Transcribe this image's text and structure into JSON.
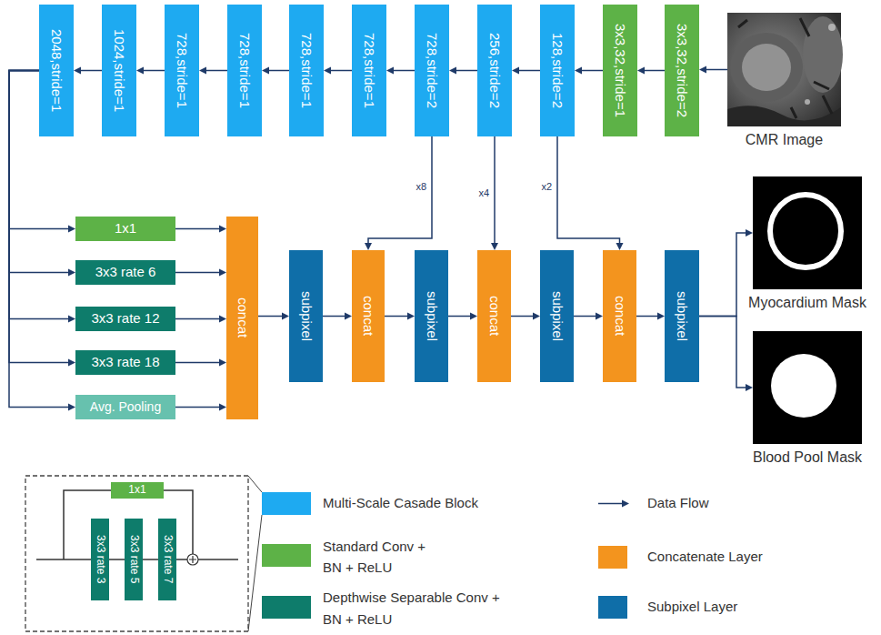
{
  "diagram": {
    "nodes": [
      {
        "text": [
          "2048,stride=1"
        ]
      },
      {
        "text": [
          "1024,stride=1"
        ]
      },
      {
        "text": [
          "728,stride=1"
        ]
      },
      {
        "text": [
          "728,stride=1"
        ]
      },
      {
        "text": [
          "728,stride=1"
        ]
      },
      {
        "text": [
          "728,stride=1"
        ]
      },
      {
        "text": [
          "728,stride=2"
        ]
      },
      {
        "text": [
          "256,stride=2"
        ]
      },
      {
        "text": [
          "128,stride=2"
        ]
      },
      {
        "text": [
          "3x3,32,stride=1"
        ]
      },
      {
        "text": [
          "3x3,32,stride=2"
        ]
      },
      {
        "text": [
          "CMR Image"
        ]
      },
      {
        "text": [
          "1x1"
        ]
      },
      {
        "text": [
          "3x3 rate 6"
        ]
      },
      {
        "text": [
          "3x3 rate 12"
        ]
      },
      {
        "text": [
          "3x3 rate 18"
        ]
      },
      {
        "text": [
          "Avg. Pooling"
        ]
      },
      {
        "text": [
          "concat"
        ]
      },
      {
        "text": [
          "subpixel"
        ]
      },
      {
        "text": [
          "concat"
        ]
      },
      {
        "text": [
          "subpixel"
        ]
      },
      {
        "text": [
          "concat"
        ]
      },
      {
        "text": [
          "subpixel"
        ]
      },
      {
        "text": [
          "concat"
        ]
      },
      {
        "text": [
          "subpixel"
        ]
      },
      {
        "text": [
          "Myocardium Mask"
        ]
      },
      {
        "text": [
          "Blood Pool Mask"
        ]
      },
      {
        "text": [
          "1x1"
        ]
      },
      {
        "text": [
          "3x3 rate 3"
        ]
      },
      {
        "text": [
          "3x3 rate 5"
        ]
      },
      {
        "text": [
          "3x3 rate 7"
        ]
      }
    ],
    "edges": [
      {
        "from": 11,
        "to": 10,
        "arrow": "to"
      },
      {
        "from": 10,
        "to": 9,
        "arrow": "to"
      },
      {
        "from": 9,
        "to": 8,
        "arrow": "to"
      },
      {
        "from": 8,
        "to": 7,
        "arrow": "to"
      },
      {
        "from": 7,
        "to": 6,
        "arrow": "to"
      },
      {
        "from": 6,
        "to": 5,
        "arrow": "to"
      },
      {
        "from": 5,
        "to": 4,
        "arrow": "to"
      },
      {
        "from": 4,
        "to": 3,
        "arrow": "to"
      },
      {
        "from": 3,
        "to": 2,
        "arrow": "to"
      },
      {
        "from": 2,
        "to": 1,
        "arrow": "to"
      },
      {
        "from": 1,
        "to": 0,
        "arrow": "to"
      },
      {
        "from": 0,
        "to": 12,
        "arrow": "to"
      },
      {
        "from": 0,
        "to": 13,
        "arrow": "to"
      },
      {
        "from": 0,
        "to": 14,
        "arrow": "to"
      },
      {
        "from": 0,
        "to": 15,
        "arrow": "to"
      },
      {
        "from": 0,
        "to": 16,
        "arrow": "to"
      },
      {
        "from": 12,
        "to": 17,
        "arrow": "to"
      },
      {
        "from": 13,
        "to": 17,
        "arrow": "to"
      },
      {
        "from": 14,
        "to": 17,
        "arrow": "to"
      },
      {
        "from": 15,
        "to": 17,
        "arrow": "to"
      },
      {
        "from": 16,
        "to": 17,
        "arrow": "to"
      },
      {
        "from": 17,
        "to": 18,
        "arrow": "to"
      },
      {
        "from": 18,
        "to": 19,
        "arrow": "to"
      },
      {
        "from": 19,
        "to": 20,
        "arrow": "to"
      },
      {
        "from": 20,
        "to": 21,
        "arrow": "to"
      },
      {
        "from": 21,
        "to": 22,
        "arrow": "to"
      },
      {
        "from": 22,
        "to": 23,
        "arrow": "to"
      },
      {
        "from": 23,
        "to": 24,
        "arrow": "to"
      },
      {
        "from": 24,
        "to": 25,
        "arrow": "to"
      },
      {
        "from": 24,
        "to": 26,
        "arrow": "to"
      },
      {
        "from": 6,
        "to": 19,
        "label": "x8",
        "arrow": "to"
      },
      {
        "from": 7,
        "to": 21,
        "label": "x4",
        "arrow": "to"
      },
      {
        "from": 8,
        "to": 23,
        "label": "x2",
        "arrow": "to"
      },
      {
        "from": 28,
        "to": 29,
        "arrow": "none"
      },
      {
        "from": 29,
        "to": 30,
        "arrow": "none"
      }
    ],
    "legend": [
      {
        "text": "Multi-Scale Casade Block",
        "color": "#1eaaf1"
      },
      {
        "text": "Data Flow"
      },
      {
        "text": "Standard Conv + BN + ReLU",
        "color": "#5db247"
      },
      {
        "text": "Concatenate Layer",
        "color": "#f3941e"
      },
      {
        "text": "Depthwise Separable Conv + BN + ReLU",
        "color": "#0e7c6b"
      },
      {
        "text": "Subpixel Layer",
        "color": "#0f6ea8"
      }
    ]
  }
}
